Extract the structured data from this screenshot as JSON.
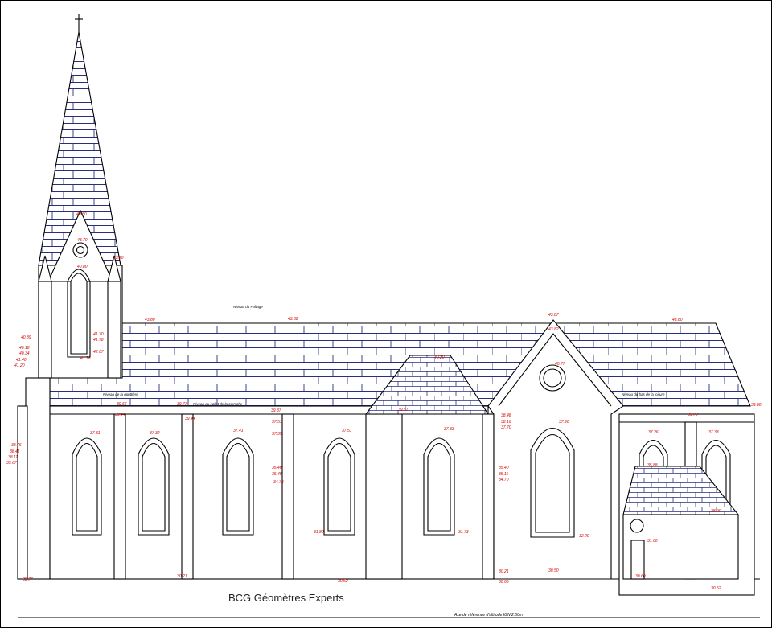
{
  "credit": "BCG Géomètres Experts",
  "scale_note": "Axe de référence d'altitude IGN 2.50m",
  "labels": {
    "faitage": "Niveau du Faîtage",
    "gouttiere": "Niveau de la gouttière",
    "corniche": "Niveau du collet de la corniche",
    "bas_toiture": "Niveau du bas de la toiture"
  },
  "elevations": {
    "spire_top": "49.60",
    "gable_tower": "43.70",
    "tower_upper": "40.80",
    "tower_side_1": "41.70",
    "tower_side_2": "41.78",
    "tower_side_3": "42.07",
    "tower_mid": "41.78",
    "tower_right": "43.20",
    "left_stack_1": "40.89",
    "left_stack_2": "40.18",
    "left_stack_3": "40.34",
    "left_stack_4": "41.40",
    "left_stack_5": "41.20",
    "left_low_1": "38.76",
    "left_low_2": "38.41",
    "left_low_3": "38.11",
    "left_low_4": "35.67",
    "ridge_left": "43.80",
    "ridge_main": "43.82",
    "ridge_gable": "43.87",
    "gable_inner": "43.82",
    "ridge_right": "43.80",
    "transept_top": "40.20",
    "gable_side": "40.77",
    "eave_1": "39.77",
    "eave_2": "39.44",
    "eave_3": "39.44",
    "eave_4": "39.66",
    "eave_5": "39.37",
    "eave_6": "39.37",
    "eave_7": "39.78",
    "eave_right": "39.80",
    "wall_1": "37.31",
    "wall_2": "37.32",
    "wall_3": "37.41",
    "wall_4": "37.51",
    "wall_5": "37.33",
    "wall_6": "37.90",
    "wall_7": "37.26",
    "wall_8": "37.33",
    "wall_9": "37.51",
    "wall_10": "37.35",
    "mid_1": "35.40",
    "mid_2": "35.48",
    "mid_3": "34.73",
    "mid_4": "35.40",
    "mid_5": "35.11",
    "mid_6": "34.70",
    "mid_7": "35.88",
    "gable_mid_1": "38.48",
    "gable_mid_2": "38.16",
    "gable_mid_3": "37.70",
    "porch_1": "38.90",
    "base_1": "31.80",
    "base_2": "31.73",
    "base_3": "32.20",
    "base_4": "31.60",
    "ground_1": "30.77",
    "ground_2": "30.21",
    "ground_3": "30.52",
    "ground_4": "30.21",
    "ground_5": "30.65",
    "ground_6": "30.50",
    "ground_7": "30.60",
    "ground_8": "30.52"
  }
}
